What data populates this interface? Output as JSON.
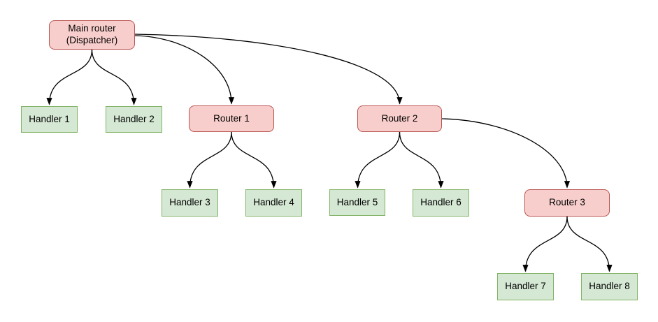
{
  "diagram": {
    "type": "flowchart",
    "nodes": {
      "main_router": {
        "label": "Main router\n(Dispatcher)",
        "kind": "router"
      },
      "handler_1": {
        "label": "Handler 1",
        "kind": "handler"
      },
      "handler_2": {
        "label": "Handler 2",
        "kind": "handler"
      },
      "router_1": {
        "label": "Router 1",
        "kind": "router"
      },
      "router_2": {
        "label": "Router 2",
        "kind": "router"
      },
      "handler_3": {
        "label": "Handler 3",
        "kind": "handler"
      },
      "handler_4": {
        "label": "Handler 4",
        "kind": "handler"
      },
      "handler_5": {
        "label": "Handler 5",
        "kind": "handler"
      },
      "handler_6": {
        "label": "Handler 6",
        "kind": "handler"
      },
      "router_3": {
        "label": "Router 3",
        "kind": "router"
      },
      "handler_7": {
        "label": "Handler 7",
        "kind": "handler"
      },
      "handler_8": {
        "label": "Handler 8",
        "kind": "handler"
      }
    },
    "edges": [
      {
        "from": "main_router",
        "to": "handler_1"
      },
      {
        "from": "main_router",
        "to": "handler_2"
      },
      {
        "from": "main_router",
        "to": "router_1"
      },
      {
        "from": "main_router",
        "to": "router_2"
      },
      {
        "from": "router_1",
        "to": "handler_3"
      },
      {
        "from": "router_1",
        "to": "handler_4"
      },
      {
        "from": "router_2",
        "to": "handler_5"
      },
      {
        "from": "router_2",
        "to": "handler_6"
      },
      {
        "from": "router_2",
        "to": "router_3"
      },
      {
        "from": "router_3",
        "to": "handler_7"
      },
      {
        "from": "router_3",
        "to": "handler_8"
      }
    ]
  },
  "colors": {
    "router_fill": "#f8cecc",
    "router_stroke": "#b85450",
    "handler_fill": "#d5e8d4",
    "handler_stroke": "#82b366",
    "edge": "#000000",
    "background": "#ffffff"
  }
}
